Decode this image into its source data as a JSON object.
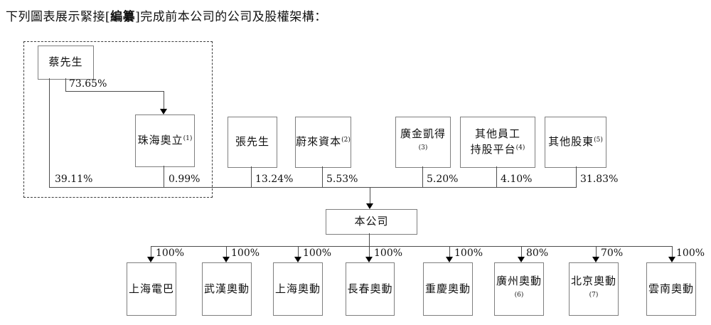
{
  "title": {
    "prefix": "下列圖表展示緊接[",
    "redacted": "編纂",
    "suffix": "]完成前本公司的公司及股權架構："
  },
  "diagram": {
    "founder": {
      "label": "蔡先生",
      "sup": ""
    },
    "holding": {
      "label": "珠海奧立",
      "sup": "(1)"
    },
    "founder_links": {
      "to_holding_pct": "73.65%",
      "founder_direct_pct": "39.11%",
      "holding_pct": "0.99%"
    },
    "shareholders": [
      {
        "label": "張先生",
        "sup": "",
        "pct": "13.24%"
      },
      {
        "label": "蔚來資本",
        "sup": "(2)",
        "pct": "5.53%"
      },
      {
        "label": "廣金凱得",
        "sup": "(3)",
        "pct": "5.20%"
      },
      {
        "label": "其他員工",
        "label2": "持股平台",
        "sup": "(4)",
        "pct": "4.10%"
      },
      {
        "label": "其他股東",
        "sup": "(5)",
        "pct": "31.83%"
      }
    ],
    "company": {
      "label": "本公司"
    },
    "subsidiaries": [
      {
        "label": "上海電巴",
        "sup": "",
        "pct": "100%"
      },
      {
        "label": "武漢奧動",
        "sup": "",
        "pct": "100%"
      },
      {
        "label": "上海奧動",
        "sup": "",
        "pct": "100%"
      },
      {
        "label": "長春奧動",
        "sup": "",
        "pct": "100%"
      },
      {
        "label": "重慶奧動",
        "sup": "",
        "pct": "100%"
      },
      {
        "label": "廣州奧動",
        "sup": "(6)",
        "pct": "80%"
      },
      {
        "label": "北京奧動",
        "sup": "(7)",
        "pct": "70%"
      },
      {
        "label": "雲南奧動",
        "sup": "",
        "pct": "100%"
      }
    ]
  },
  "colors": {
    "line": "#4d4d4d",
    "box_border": "#7f7f7f",
    "arrow": "#000000",
    "text": "#111111",
    "background": "#ffffff"
  }
}
